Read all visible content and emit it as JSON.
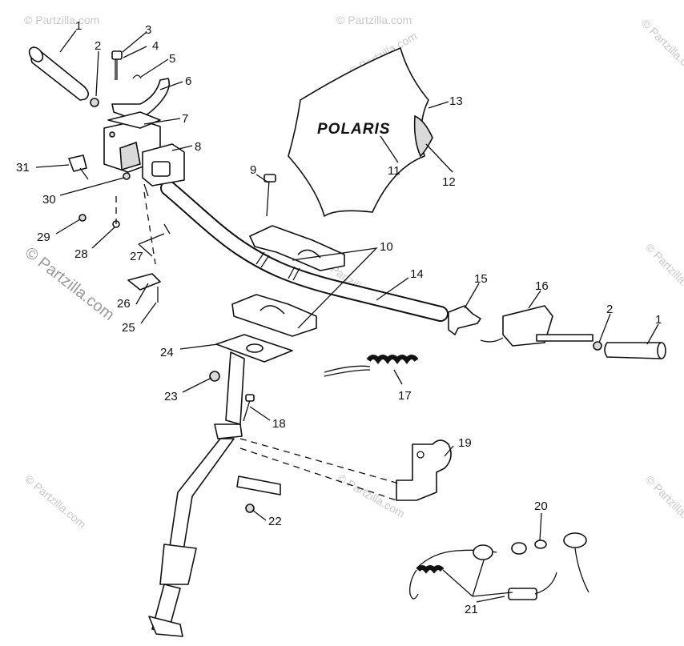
{
  "watermarks": {
    "corner": "© Partzilla.com",
    "side": "© Partzilla.com"
  },
  "cover": {
    "brand": "POLARIS"
  },
  "callouts": [
    "1",
    "2",
    "3",
    "4",
    "5",
    "6",
    "7",
    "8",
    "31",
    "30",
    "29",
    "28",
    "27",
    "26",
    "25",
    "9",
    "10",
    "11",
    "12",
    "13",
    "14",
    "15",
    "16",
    "2",
    "1",
    "17",
    "24",
    "23",
    "18",
    "19",
    "22",
    "20",
    "21"
  ],
  "colors": {
    "ink": "#111111",
    "watermark": "#c9c9c9",
    "background": "#ffffff"
  }
}
